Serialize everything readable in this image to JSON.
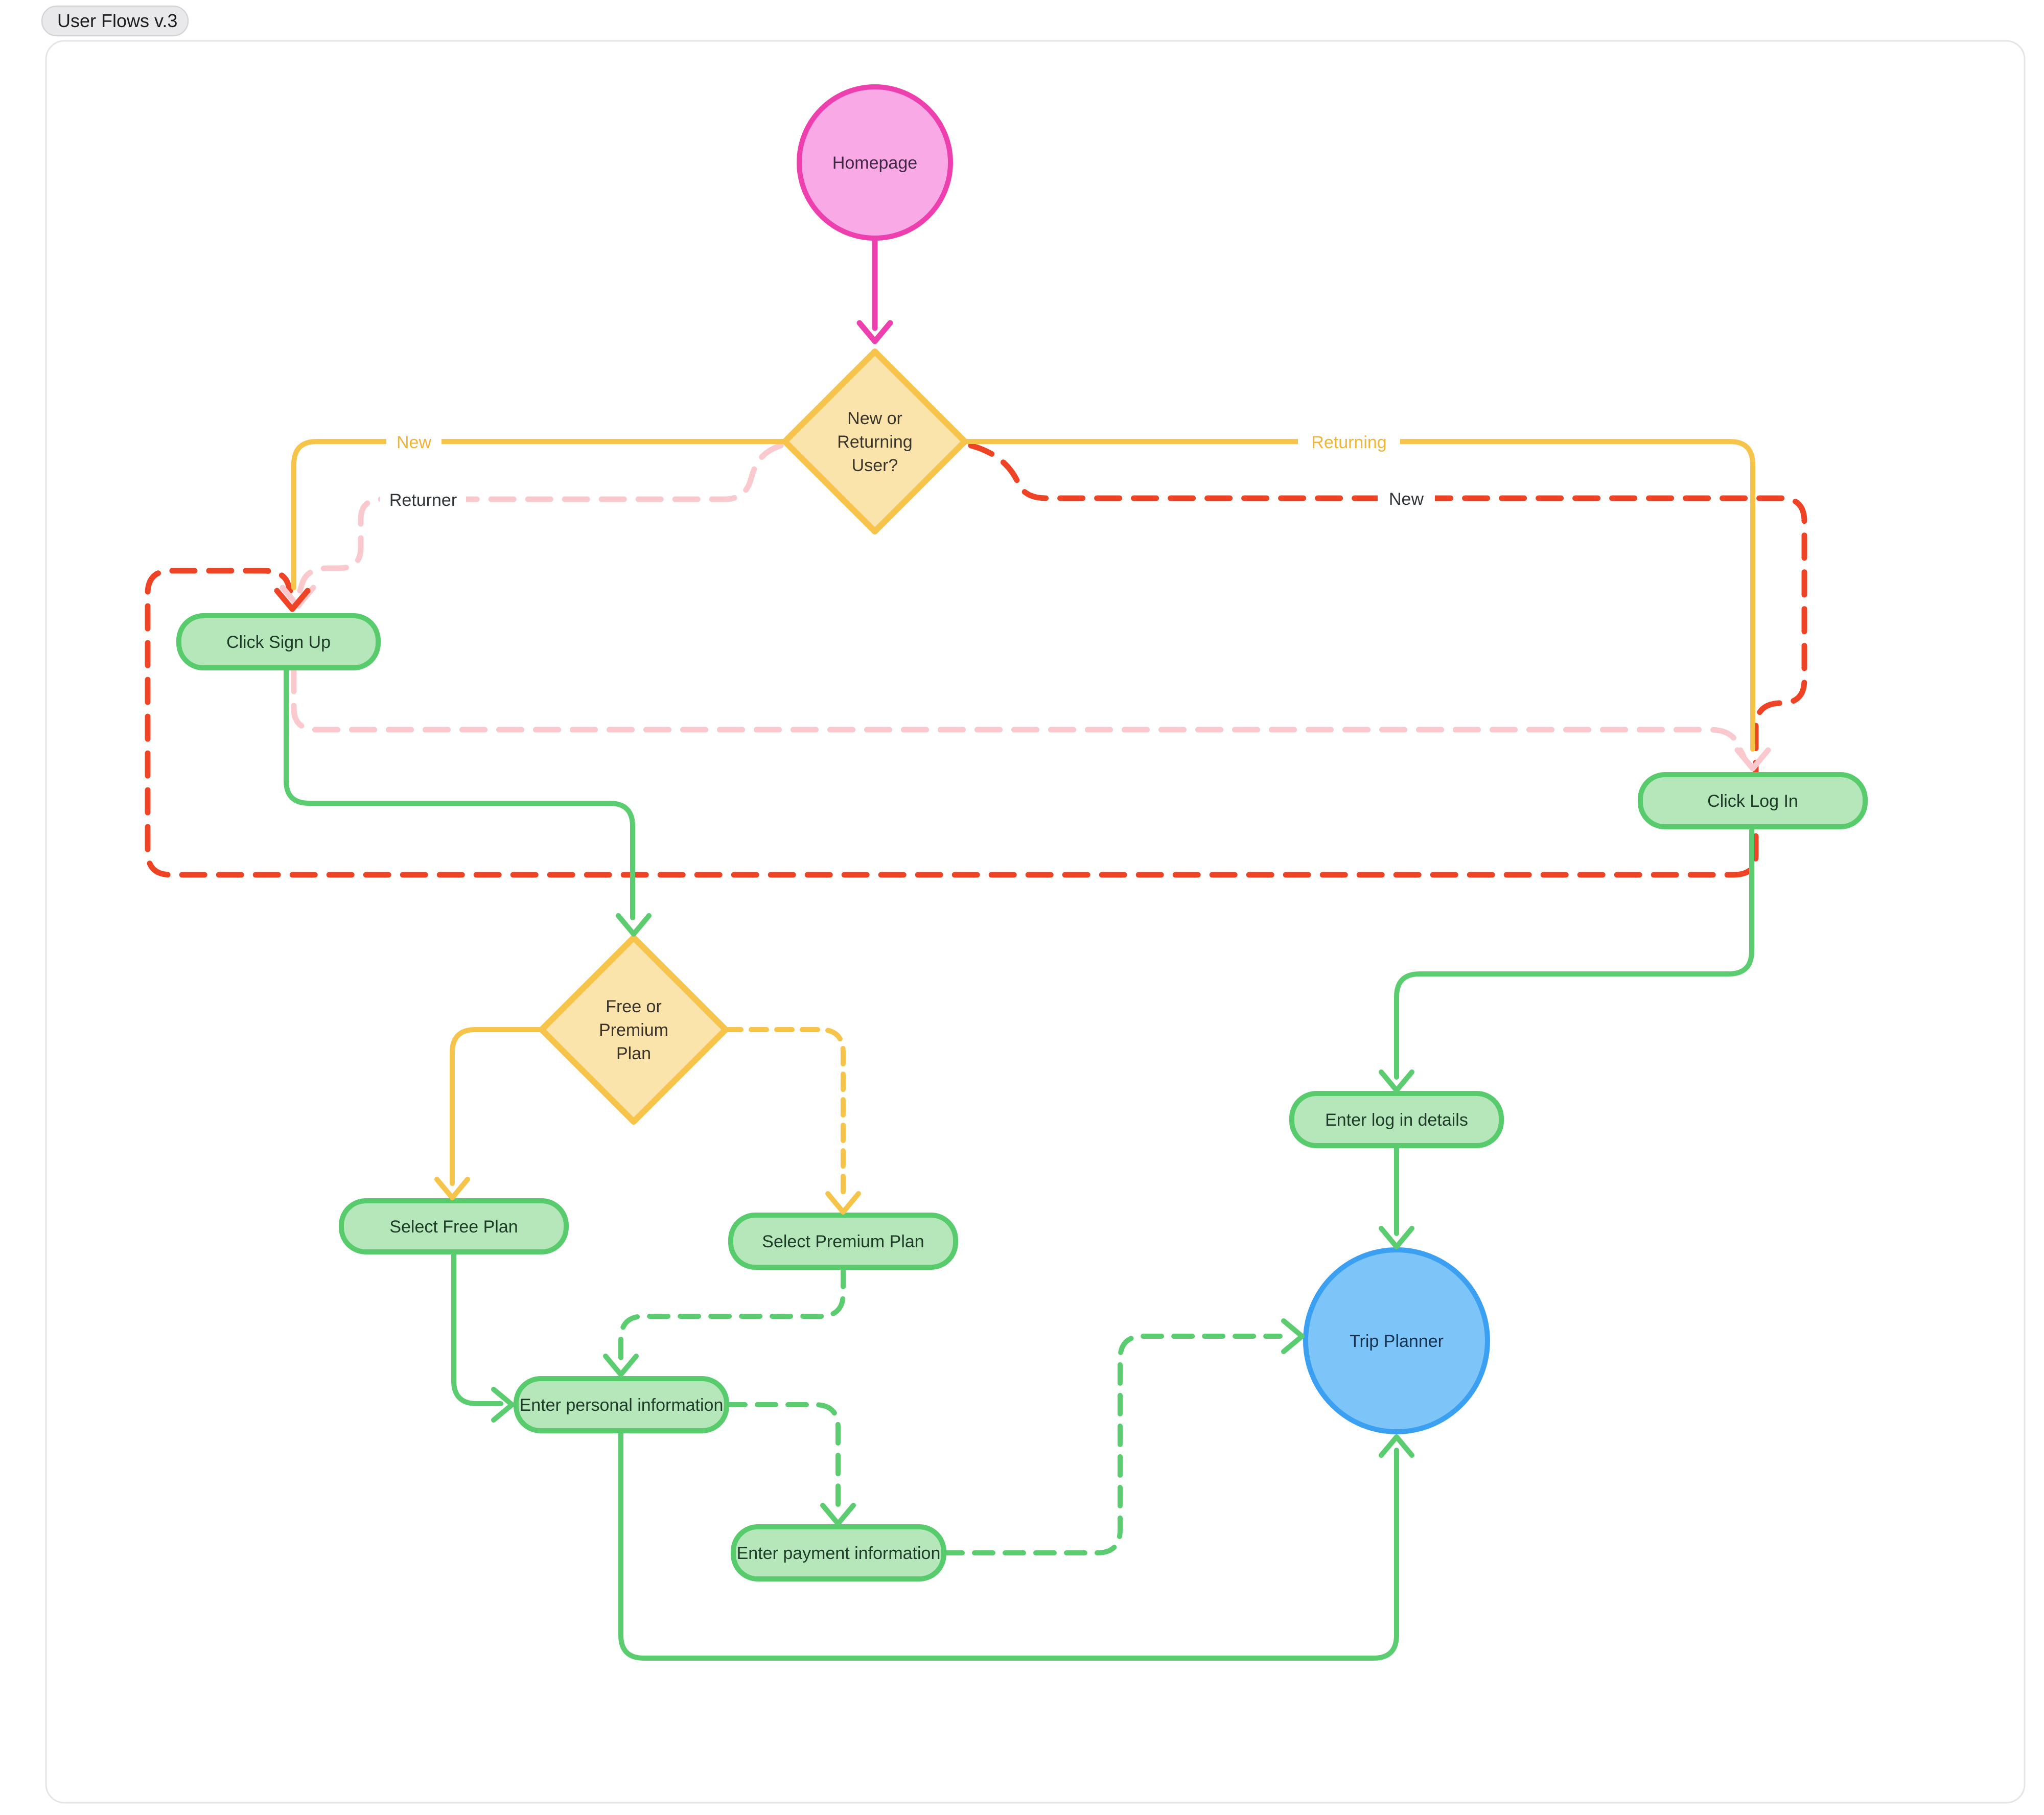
{
  "badge": {
    "label": "User Flows v.3"
  },
  "colors": {
    "canvas_border": "#E5E5E6",
    "badge_bg": "#E9E9EB",
    "badge_border": "#D5D5D8",
    "badge_text": "#1C1C1E",
    "magenta": "#EE3FAF",
    "magenta_fill": "#F9A9E5",
    "yellow": "#F6C44A",
    "yellow_fill": "#FBE4AB",
    "yellow_text": "#F0B437",
    "green": "#5BCD70",
    "green_fill": "#B5E7BA",
    "green_box_border": "#58CB6C",
    "red": "#EE4325",
    "pink": "#F9C9CE",
    "blue": "#3BA0F1",
    "blue_fill": "#7DC5F9",
    "text_dark": "#38342B",
    "text_green_dark": "#1E3B28",
    "text_navy": "#14324F",
    "text_plum": "#3E2742",
    "label_dark": "#2E3338"
  },
  "nodes": {
    "homepage": {
      "label": "Homepage"
    },
    "decision_user": {
      "line1": "New or",
      "line2": "Returning",
      "line3": "User?"
    },
    "click_sign_up": {
      "label": "Click Sign Up"
    },
    "click_log_in": {
      "label": "Click Log In"
    },
    "decision_plan": {
      "line1": "Free or",
      "line2": "Premium",
      "line3": "Plan"
    },
    "select_free_plan": {
      "label": "Select Free Plan"
    },
    "select_premium_plan": {
      "label": "Select Premium Plan"
    },
    "enter_personal_information": {
      "label": "Enter personal information"
    },
    "enter_payment_information": {
      "label": "Enter payment information"
    },
    "enter_log_in_details": {
      "label": "Enter log in details"
    },
    "trip_planner": {
      "label": "Trip Planner"
    }
  },
  "edge_labels": {
    "new_yellow": "New",
    "returning_yellow": "Returning",
    "returner_pink": "Returner",
    "new_red": "New"
  }
}
